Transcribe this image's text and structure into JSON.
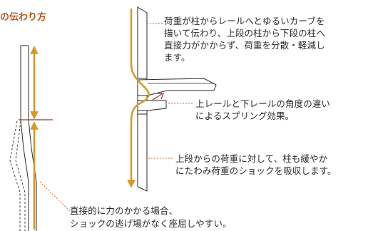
{
  "title": "の伝わり方",
  "notes": {
    "curve": [
      "荷重が柱からレールへとゆるいカーブを",
      "描いて伝わり、上段の柱から下段の柱へ",
      "直接力がかからず、荷重を分散・軽減し",
      "ます。"
    ],
    "spring": [
      "上レールと下レールの角度の違い",
      "によるスプリング効果。"
    ],
    "absorb": [
      "上段からの荷重に対して、柱も緩やか",
      "にたわみ荷重のショックを吸収します。"
    ],
    "direct": [
      "直接的に力のかかる場合、",
      "ショックの逃げ場がなく座屈しやすい。"
    ]
  },
  "colors": {
    "force_arrow": "#d79a28",
    "leader_line": "#c9692a",
    "joint_line": "#a8302a",
    "title": "#b4571c",
    "outline": "#2a2a2a"
  }
}
